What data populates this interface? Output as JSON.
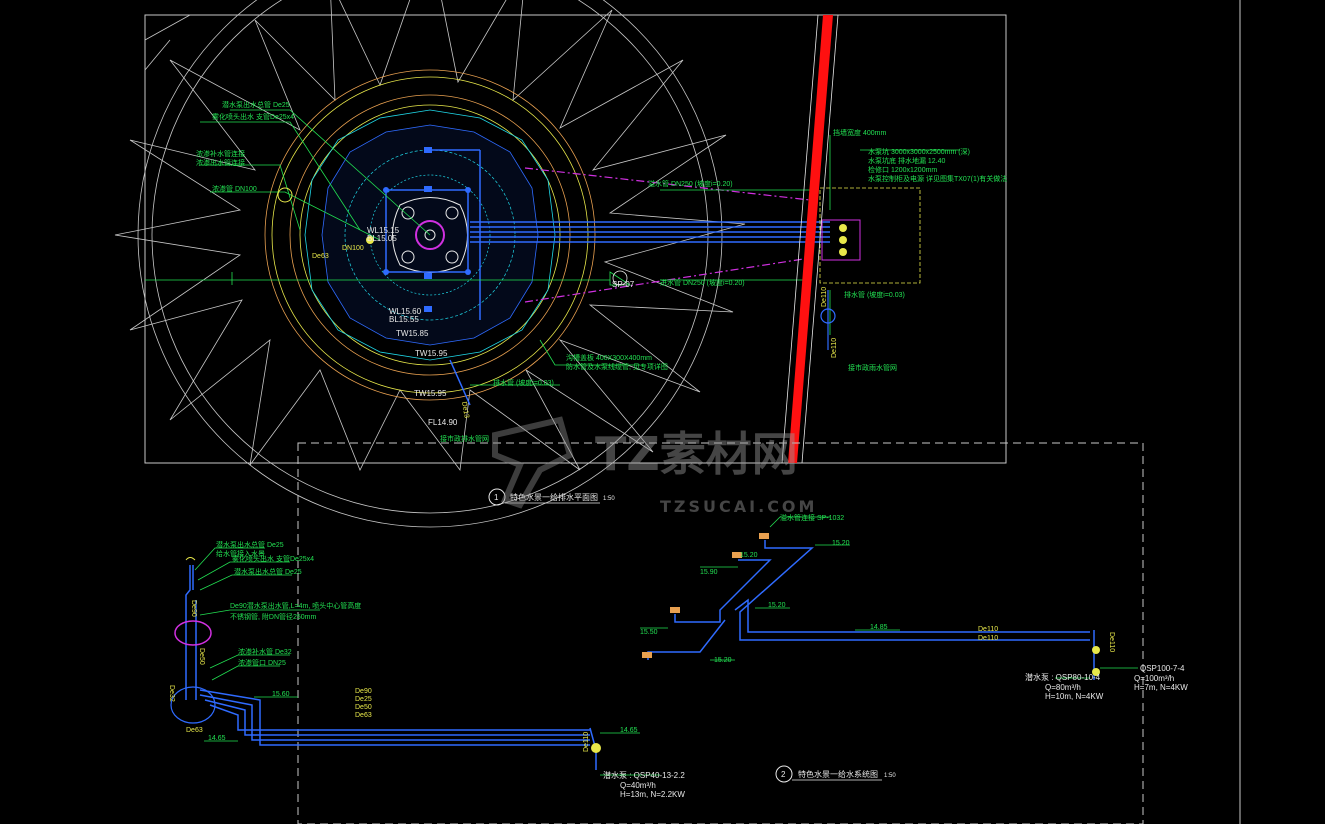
{
  "plan": {
    "title": "特色水景一给排水平面图",
    "scale": "1:50",
    "index": "1",
    "labels": {
      "supply_de25": "潜水泵出水总管 De25",
      "supply_de25x4": "雾化喷头出水  支管De25x4",
      "valve_note1": "浓渗补水管连接",
      "valve_note2": "浓渗出水管连接",
      "supply_dn100": "浓渗管 DN100",
      "wl": "WL15.15",
      "bl": "BL15.05",
      "dn100_b": "DN100",
      "de63": "De63",
      "wl2": "WL15.60",
      "bl2": "BL15.55",
      "tw1": "TW15.85",
      "tw2": "TW15.95",
      "tw3": "TW15.95",
      "fl": "FL14.90",
      "pipe_top": "溢水管 DN250  (坡度i=0.20)",
      "pipe_bot": "进水管 DN250  (坡度i=0.20)",
      "sp07": "SP-07",
      "grille": "沟槽盖板 400X300X400mm",
      "grille2": "防水管及水泵线缆管,  见专项详图",
      "drain_pipe": "排水管 (坡度i=0.03)",
      "d13": "De13",
      "to_drain": "接市政排水管网",
      "wall": "挡墙宽度 400mm",
      "tank1": "水泵坑  3000x3000x2500mm (深)",
      "tank2": "水泵坑底  排水地漏 12.40",
      "tank3": "检修口  1200x1200mm",
      "tank4": "水泵控制柜及电源  详见图集TX07(1)有关做法",
      "de110": "De110",
      "drain_r": "排水管 (坡度i=0.03)",
      "de110b": "De110",
      "to_city": "接市政雨水管网"
    }
  },
  "system": {
    "title": "特色水景一给水系统图",
    "scale": "1:50",
    "index": "2",
    "left": {
      "l1": "潜水泵出水总管  De25",
      "l2": "给水管接入水景",
      "l3": "雾化喷头出水  支管De25x4",
      "l4": "潜水泵出水总管  De25",
      "l5": "De90潜水泵出水管,L=4m,  喷头中心管高度",
      "l6": "不锈钢管,  附DN管径250mm",
      "l7": "浓渗补水管  De32",
      "l8": "浓渗管口  DN25",
      "de90": "De90",
      "de50": "De50",
      "de32": "De32",
      "de63": "De63",
      "e1560": "15.60",
      "e1465": "14.65",
      "e1465b": "14.65",
      "p1": "De90",
      "p2": "De25",
      "p3": "De50",
      "p4": "De63",
      "de110": "De110",
      "pump": "潜水泵 :  QSP40-13-2.2",
      "pump_q": "Q=40m³/h",
      "pump_h": "H=13m, N=2.2KW"
    },
    "right": {
      "sp": "溢水管连接  SP-1032",
      "e1520a": "15.20",
      "e1520b": "15.20",
      "e1550": "15.50",
      "e1520c": "15.20",
      "e1520d": "15.20",
      "e1590": "15.90",
      "e1485": "14.85",
      "de110a": "De110",
      "de110b": "De110",
      "de110c": "De110",
      "pump1": "潜水泵 :  QSP80-10-4",
      "pump1_q": "Q=80m³/h",
      "pump1_h": "H=10m, N=4KW",
      "pump2": "QSP100-7-4",
      "pump2_q": "Q=100m³/h",
      "pump2_h": "H=7m, N=4KW"
    }
  },
  "watermark": {
    "main": "TZ素材网",
    "sub": "TZSUCAI.COM"
  },
  "colors": {
    "background": "#000000",
    "border": "#c8c8c8",
    "pipe": "#2f6bff",
    "cyan": "#1fd8e8",
    "green": "#22e052",
    "magenta": "#d030e0",
    "red": "#ff1010",
    "yellow": "#e8e84a",
    "orange": "#e8a050"
  }
}
